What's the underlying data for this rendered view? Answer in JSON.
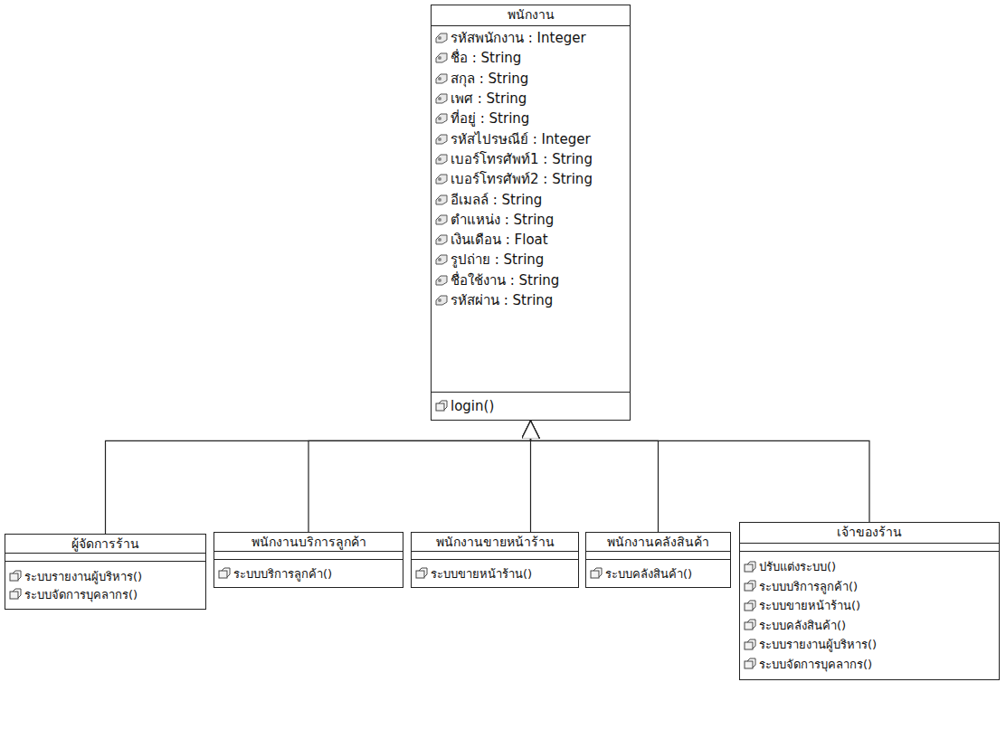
{
  "diagram": {
    "nodes": [
      {
        "text": [
          "พนักงาน",
          "รหัสพนักงาน : Integer",
          "ชื่อ : String",
          "สกุล : String",
          "เพศ : String",
          "ที่อยู่ : String",
          "รหัสไปรษณีย์ : Integer",
          "เบอร์โทรศัพท์1 : String",
          "เบอร์โทรศัพท์2 : String",
          "อีเมลล์ : String",
          "ตำแหน่ง : String",
          "เงินเดือน : Float",
          "รูปถ่าย : String",
          "ชื่อใช้งาน : String",
          "รหัสผ่าน : String",
          "login()"
        ]
      },
      {
        "text": [
          "ผู้จัดการร้าน",
          "ระบบรายงานผู้บริหาร()",
          "ระบบจัดการบุคลากร()"
        ]
      },
      {
        "text": [
          "พนักงานบริการลูกค้า",
          "ระบบบริการลูกค้า()"
        ]
      },
      {
        "text": [
          "พนักงานขายหน้าร้าน",
          "ระบบขายหน้าร้าน()"
        ]
      },
      {
        "text": [
          "พนักงานคลังสินค้า",
          "ระบบคลังสินค้า()"
        ]
      },
      {
        "text": [
          "เจ้าของร้าน",
          "ปรับแต่งระบบ()",
          "ระบบบริการลูกค้า()",
          "ระบบขายหน้าร้าน()",
          "ระบบคลังสินค้า()",
          "ระบบรายงานผู้บริหาร()",
          "ระบบจัดการบุคลากร()"
        ]
      }
    ],
    "edges": [
      {
        "from": 1,
        "to": 0,
        "arrow": "to"
      },
      {
        "from": 2,
        "to": 0,
        "arrow": "to"
      },
      {
        "from": 3,
        "to": 0,
        "arrow": "to"
      },
      {
        "from": 4,
        "to": 0,
        "arrow": "to"
      },
      {
        "from": 5,
        "to": 0,
        "arrow": "to"
      }
    ]
  }
}
